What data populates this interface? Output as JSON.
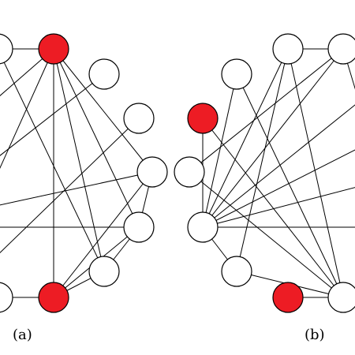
{
  "colors": {
    "highlight": "#ed1c24",
    "node_fill": "#ffffff",
    "stroke": "#000000",
    "background": "#ffffff"
  },
  "panels": [
    {
      "id": "a",
      "label": "(a)"
    },
    {
      "id": "b",
      "label": "(b)"
    }
  ]
}
